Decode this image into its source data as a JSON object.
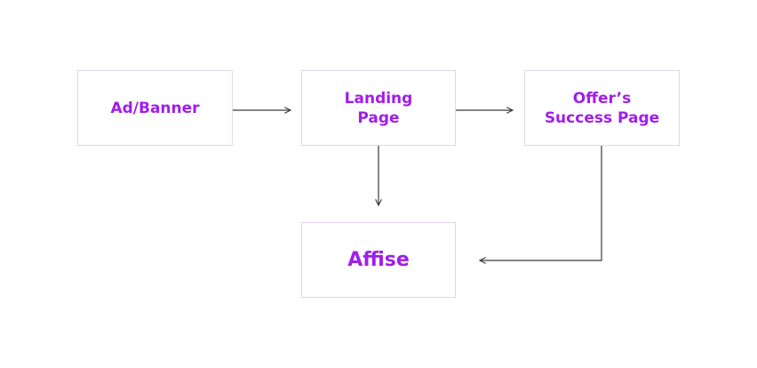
{
  "nodes": {
    "ad_banner": "Ad/Banner",
    "landing_page": "Landing\nPage",
    "offer_success_page": "Offer’s\nSuccess Page",
    "affise": "Affise"
  },
  "colors": {
    "label": "#a11ee8",
    "border": "#e2d6f6",
    "edge": "#3a3a3a"
  }
}
